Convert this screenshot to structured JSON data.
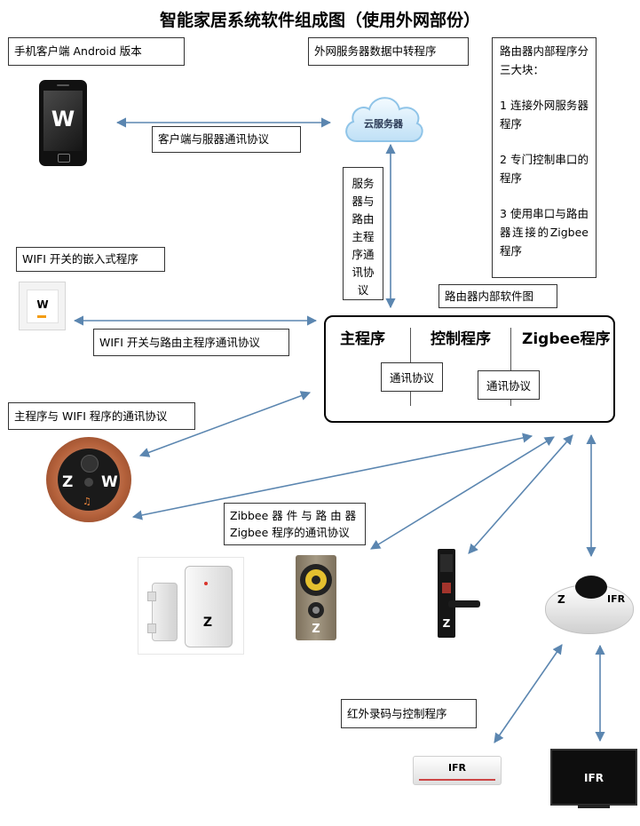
{
  "title": "智能家居系统软件组成图（使用外网部份）",
  "labels": {
    "phone_client": "手机客户端 Android 版本",
    "server_relay": "外网服务器数据中转程序",
    "client_server_protocol": "客户端与服器通讯协议",
    "server_router_protocol": "服务器与路由主程序通讯协议",
    "wifi_embedded": "WIFI 开关的嵌入式程序",
    "wifi_router_protocol": "WIFI 开关与路由主程序通讯协议",
    "router_inner_diagram": "路由器内部软件图",
    "main_wifi_protocol": "主程序与 WIFI 程序的通讯协议",
    "zigbee_device_protocol_1": "Zibbee  器 件 与 路 由 器",
    "zigbee_device_protocol_2": "Zigbee 程序的通讯协议",
    "ir_program": "红外录码与控制程序"
  },
  "router_note": {
    "title": "路由器内部程序分三大块：",
    "item1": "1  连接外网服务器程序",
    "item2": "2  专门控制串口的程序",
    "item3": "3  使用串口与路由器连接的Zigbee 程序"
  },
  "router_modules": {
    "main": "主程序",
    "control": "控制程序",
    "zigbee": "Zigbee程序",
    "protocol_a": "通讯协议",
    "protocol_b": "通讯协议"
  },
  "devices": {
    "cloud": "云服务器",
    "phone_letter": "W",
    "switch_letter": "W",
    "doorbell_z": "Z",
    "doorbell_w": "W",
    "sensor_letter": "Z",
    "speaker_letter": "Z",
    "lock_letter": "Z",
    "hub_z": "Z",
    "hub_ifr": "IFR",
    "ac_ifr": "IFR",
    "tv_ifr": "IFR"
  },
  "colors": {
    "arrow": "#5b86b0",
    "outline": "#000000"
  }
}
